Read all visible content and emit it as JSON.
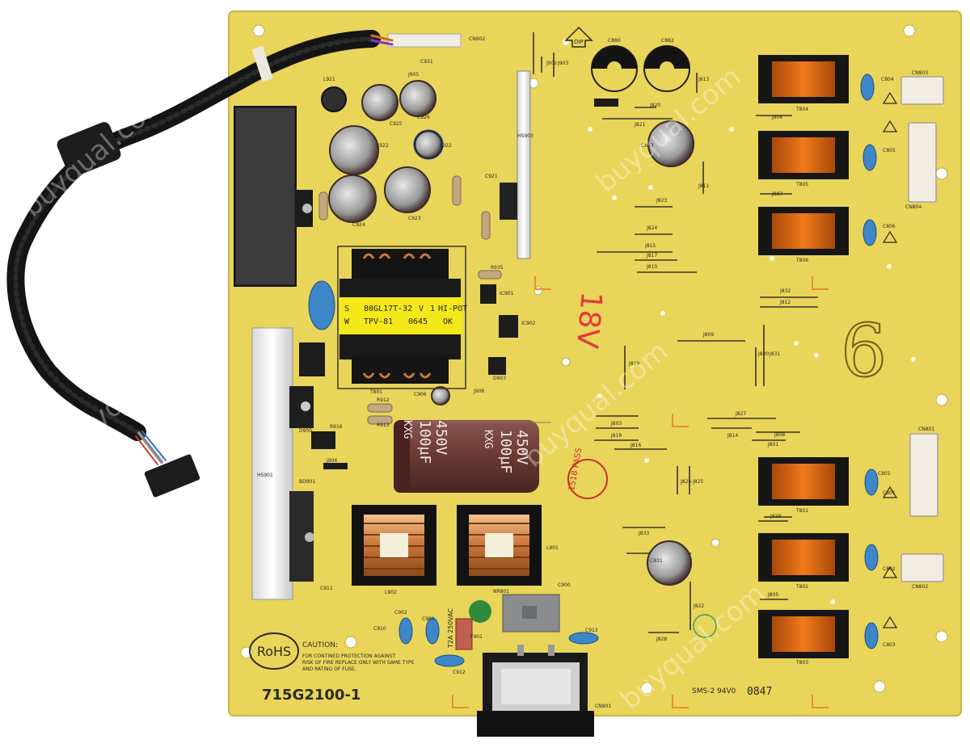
{
  "board": {
    "part_number": "715G2100-1",
    "rohs": "RoHS",
    "caution_title": "CAUTION:",
    "caution_lines": [
      "FOR CONTINED PROTECTION AGAINST",
      "RISK OF FIRE REPLACE ONLY WITH SAME TYPE",
      "AND RATING OF FUSE."
    ],
    "rating": "SMS-2 94V0",
    "date_code": "0847",
    "fuse_rating": "T2A 250VAC",
    "dip_mark": "DIP"
  },
  "transformer_label": {
    "line1": [
      "S",
      "80GL17T-32",
      "V",
      "1",
      "HI-POT"
    ],
    "line2": [
      "W",
      "TPV-81",
      "0645",
      "OK"
    ]
  },
  "capacitor_print": {
    "line1": "450V",
    "line2": "100µF",
    "line3": "KXG"
  },
  "stamp": "1518 PASS",
  "handwritten": {
    "left": "18V",
    "right": "6"
  },
  "watermarks": [
    "buyqual.com",
    "buyqual.com",
    "buyqual.com",
    "buyqual.com",
    "buyqual.com"
  ],
  "silkscreen": {
    "top": [
      "CN902",
      "C931",
      "J905",
      "J902",
      "J903",
      "L921",
      "C925",
      "C926",
      "C922",
      "L922",
      "HS903",
      "C921",
      "C924",
      "C923",
      "C880",
      "C882",
      "J820",
      "J821",
      "J813",
      "C843",
      "J811",
      "J823",
      "J824",
      "J815",
      "J817",
      "J810",
      "J832",
      "J812",
      "J809",
      "J819",
      "J830",
      "J831"
    ],
    "mid": [
      "T801",
      "R935",
      "IC901",
      "IC902",
      "D903",
      "C906",
      "J906",
      "R912",
      "R913",
      "R916",
      "D900",
      "J904",
      "J803",
      "J818",
      "J816",
      "J827",
      "J814",
      "J808",
      "J801",
      "J826",
      "J825",
      "J829",
      "J833",
      "C801"
    ],
    "bottom": [
      "HS901",
      "BD901",
      "L902",
      "L901",
      "C911",
      "C910",
      "C902",
      "C901",
      "F901",
      "NR801",
      "C912",
      "C913",
      "C900",
      "CN901",
      "C831",
      "J822",
      "J828",
      "J805"
    ],
    "right": [
      "CN803",
      "T804",
      "C804",
      "J806",
      "T805",
      "C805",
      "CN804",
      "J807",
      "T806",
      "C806",
      "CN801",
      "T801",
      "C801",
      "T802",
      "C802",
      "CN802",
      "T803",
      "C803"
    ]
  },
  "colors": {
    "board": "#e8d55a",
    "board_dark": "#d8c24a",
    "silk": "#2b2a20",
    "cable": "#121212",
    "transformer_tape": "#f4e81a",
    "capacitor_sleeve": "#6e3a35",
    "choke_copper": "#c87a3a",
    "coil_orange": "#e06a10",
    "heatsink": "#3a3a3a",
    "heatsink_silver": "#e8e8e8",
    "blue_cap": "#3d86c8",
    "pink_marker": "#e23a40"
  }
}
